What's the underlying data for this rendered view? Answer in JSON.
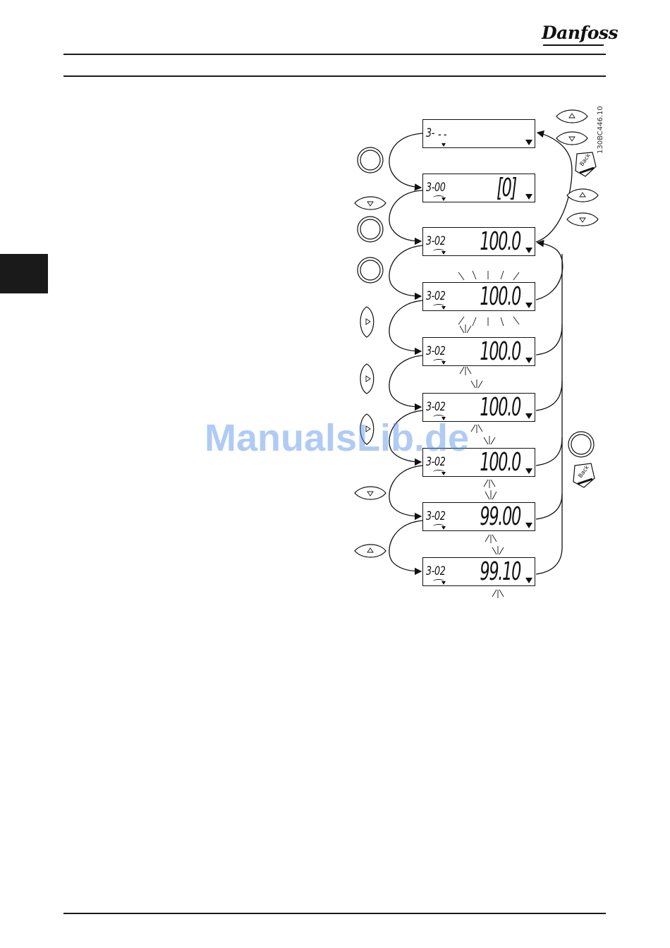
{
  "header": {
    "logo_text": "Danfoss"
  },
  "figure": {
    "id_label": "130BC446.10",
    "watermark": "ManualsLib.de",
    "displays": [
      {
        "param": "3-",
        "value": "- -"
      },
      {
        "param": "3-00",
        "value": "[0]"
      },
      {
        "param": "3-02",
        "value": "100.0"
      },
      {
        "param": "3-02",
        "value": "100.0"
      },
      {
        "param": "3-02",
        "value": "100.0"
      },
      {
        "param": "3-02",
        "value": "100.0"
      },
      {
        "param": "3-02",
        "value": "100.0"
      },
      {
        "param": "3-02",
        "value": "99.00"
      },
      {
        "param": "3-02",
        "value": "99.10"
      }
    ],
    "back_label": "Back"
  }
}
